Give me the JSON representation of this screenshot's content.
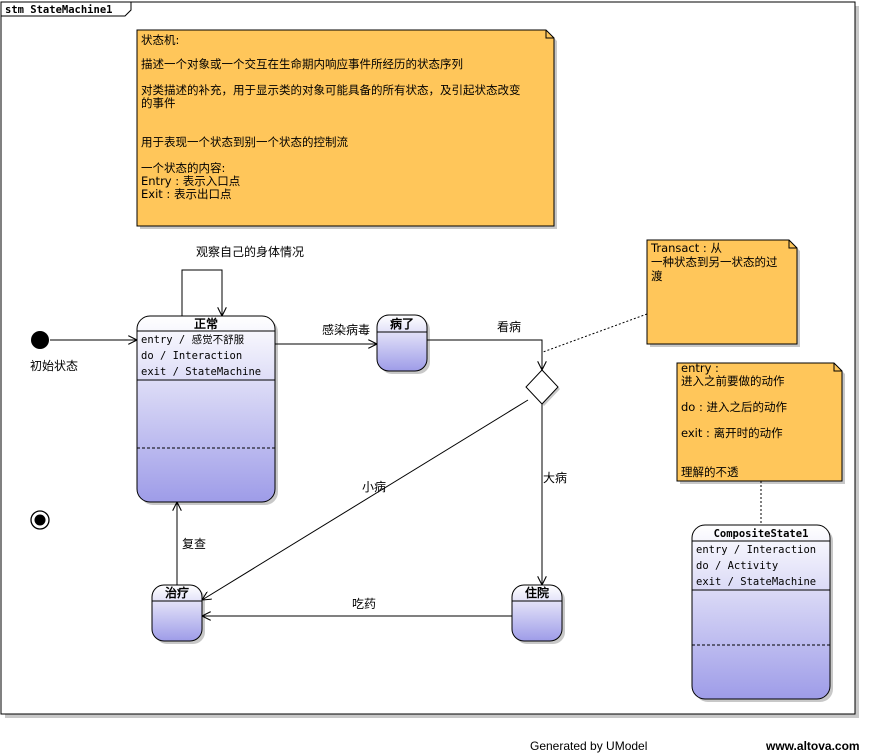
{
  "frame": {
    "title": "stm StateMachine1"
  },
  "note_main": {
    "lines": [
      "状态机:",
      "",
      "描述一个对象或一个交互在生命期内响应事件所经历的状态序列",
      "",
      "对类描述的补充，用于显示类的对象可能具备的所有状态，及引起状态改变",
      "的事件",
      "",
      "",
      "用于表现一个状态到别一个状态的控制流",
      "",
      "一个状态的内容:",
      "Entry : 表示入口点",
      "Exit : 表示出口点"
    ]
  },
  "note_transact": {
    "lines": [
      "Transact : 从",
      "一种状态到另一状态的过",
      "渡"
    ]
  },
  "note_entry": {
    "lines": [
      "entry :",
      "进入之前要做的动作",
      "",
      "do : 进入之后的动作",
      "",
      "exit : 离开时的动作",
      "",
      "",
      "理解的不透"
    ]
  },
  "initial": {
    "label": "初始状态"
  },
  "states": {
    "normal": {
      "name": "正常",
      "actions": [
        "entry / 感觉不舒服",
        "do / Interaction",
        "exit / StateMachine"
      ]
    },
    "sick": {
      "name": "病了"
    },
    "treat": {
      "name": "治疗"
    },
    "hospital": {
      "name": "住院"
    },
    "composite": {
      "name": "CompositeState1",
      "actions": [
        "entry / Interaction",
        "do / Activity",
        "exit / StateMachine"
      ]
    }
  },
  "transitions": {
    "self": "观察自己的身体情况",
    "infect": "感染病毒",
    "see_doctor": "看病",
    "minor": "小病",
    "major": "大病",
    "medicine": "吃药",
    "recheck": "复查"
  },
  "footer": {
    "generated": "Generated by UModel",
    "site": "www.altova.com"
  },
  "colors": {
    "note_fill": "#ffc65a",
    "state_top": "#ffffff",
    "state_bottom": "#9e9ce8",
    "line": "#000000"
  }
}
